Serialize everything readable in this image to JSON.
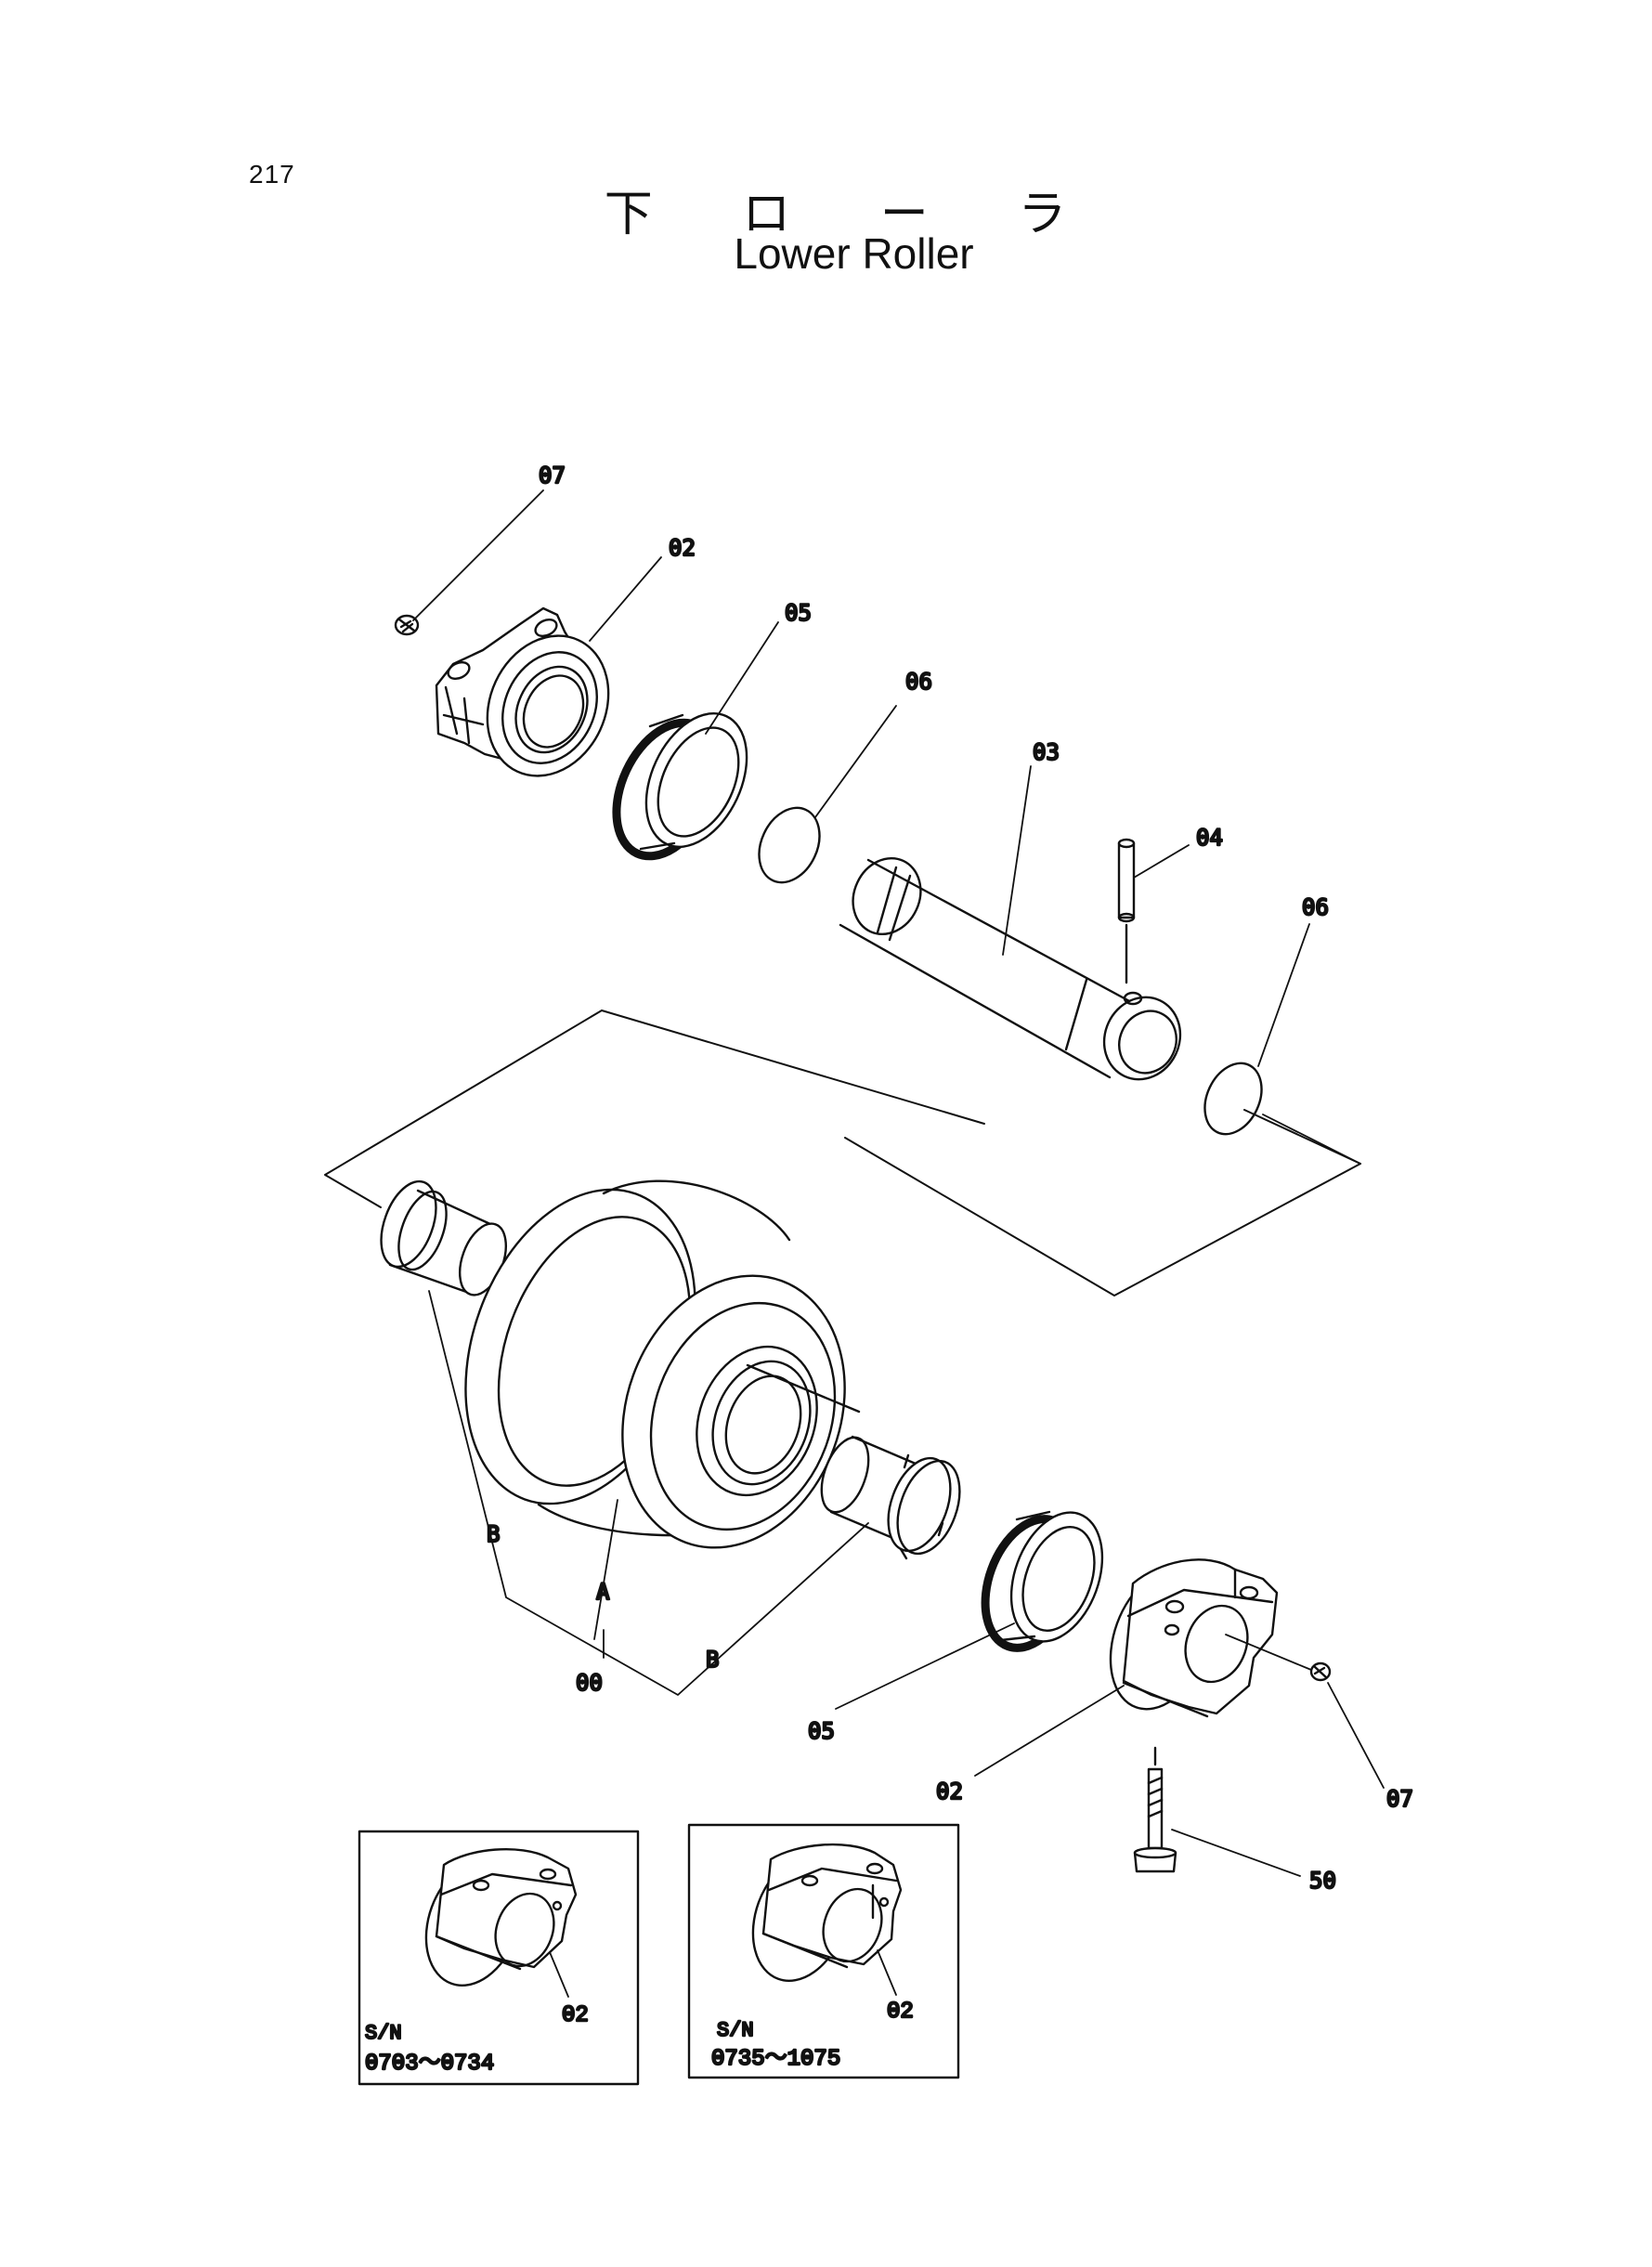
{
  "header": {
    "page_number": "217",
    "title_jp": "下 ロ ー ラ",
    "title_en": "Lower Roller"
  },
  "callouts": {
    "screw_top": "07",
    "collar_top": "02",
    "seal_top": "05",
    "oring_top": "06",
    "shaft": "03",
    "pin": "04",
    "oring_right": "06",
    "ref_a": "A",
    "assy": "00",
    "ref_b_left": "B",
    "ref_b_bottom": "B",
    "seal_bottom": "05",
    "collar_bottom": "02",
    "screw_bottom": "07",
    "bolt": "50"
  },
  "insets": [
    {
      "part": "02",
      "sn_label": "S/N",
      "sn_range": "0703～0734"
    },
    {
      "part": "02",
      "sn_label": "S/N",
      "sn_range": "0735～1075"
    }
  ]
}
